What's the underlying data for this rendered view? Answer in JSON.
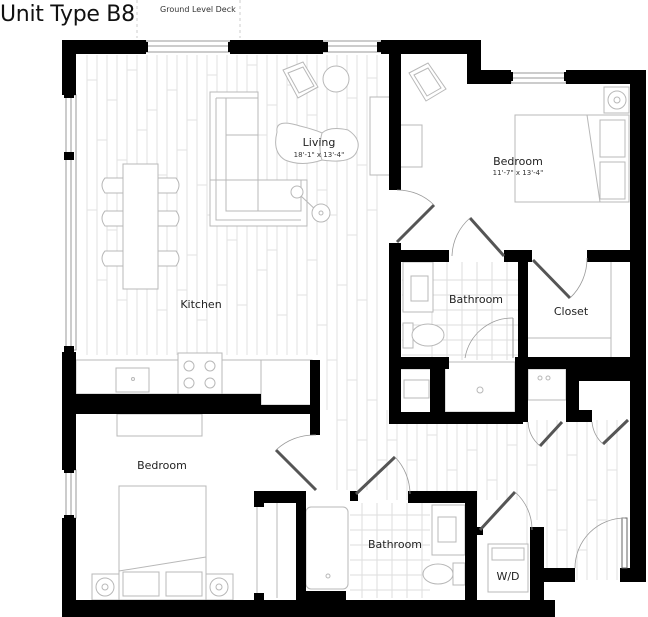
{
  "plan": {
    "title": "Unit Type B8",
    "deck_label": "Ground Level Deck"
  },
  "rooms": {
    "living": {
      "name": "Living",
      "dimensions": "18'-1\" x 13'-4\""
    },
    "bedroom_main": {
      "name": "Bedroom",
      "dimensions": "11'-7\" x 13'-4\""
    },
    "kitchen": {
      "name": "Kitchen"
    },
    "bathroom_upper": {
      "name": "Bathroom"
    },
    "closet": {
      "name": "Closet"
    },
    "bedroom_second": {
      "name": "Bedroom"
    },
    "bathroom_lower": {
      "name": "Bathroom"
    },
    "laundry": {
      "name": "W/D"
    }
  },
  "colors": {
    "wall": "#000000",
    "floor_lines": "#e2e2e2",
    "furniture": "#b8b8b8",
    "background": "#ffffff"
  }
}
